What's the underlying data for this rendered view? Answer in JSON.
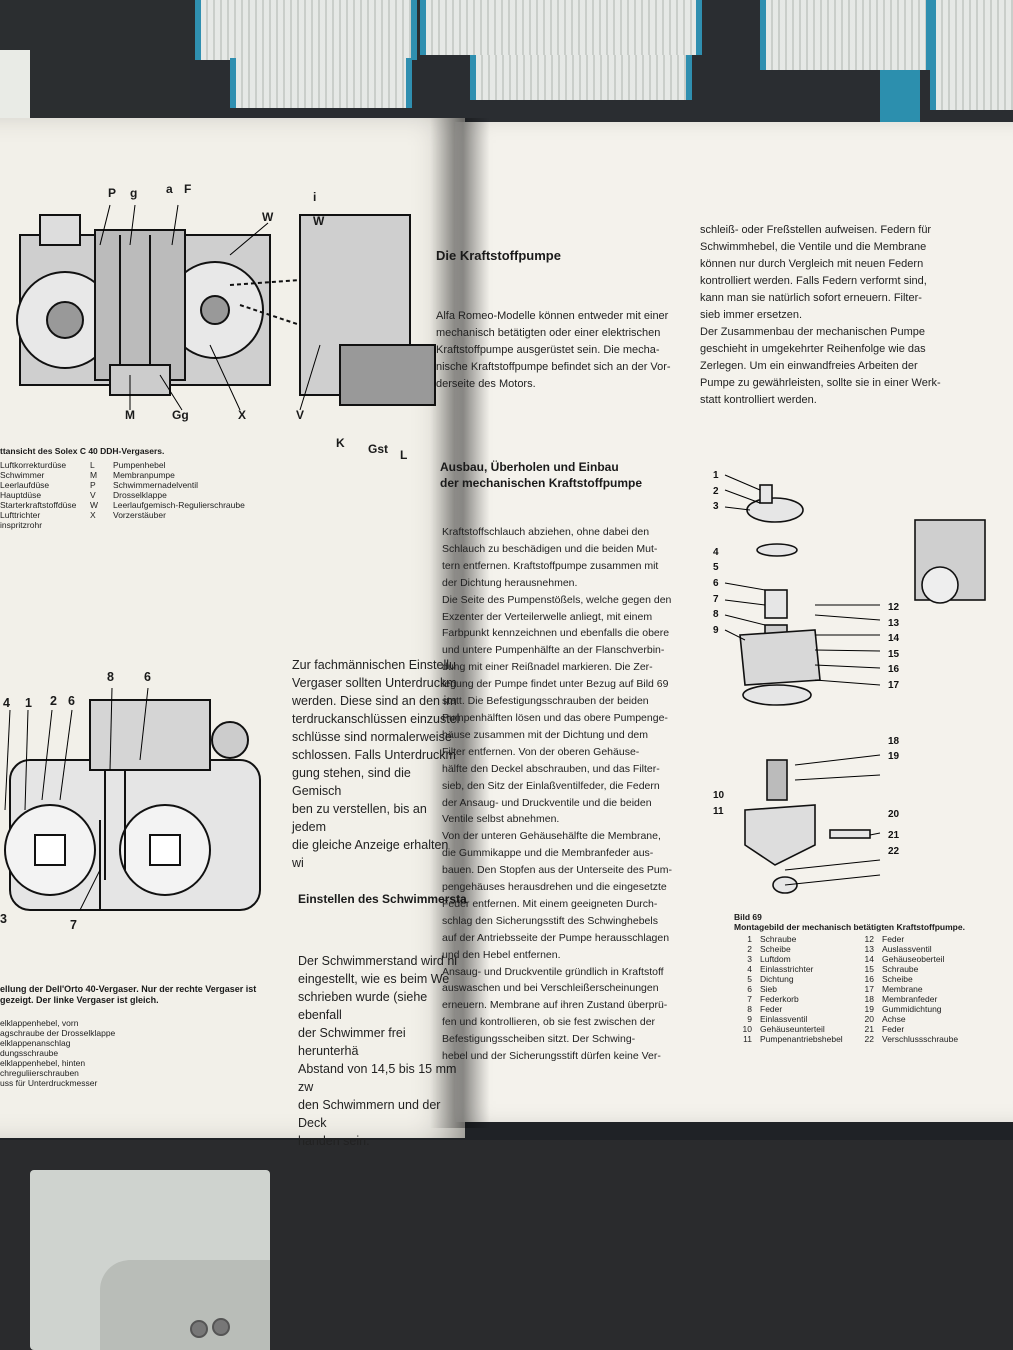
{
  "left_page": {
    "fig_top_labels": [
      "P",
      "g",
      "a",
      "F",
      "W",
      "M",
      "Gg",
      "X",
      "i",
      "W",
      "V",
      "K",
      "Gst",
      "L"
    ],
    "fig_top_caption": "ttansicht des Solex C 40 DDH-Vergasers.",
    "fig_top_legend_left": [
      "Luftkorrekturdüse",
      "Schwimmer",
      "Leerlaufdüse",
      "Hauptdüse",
      "Starterkraftstoffdüse",
      "Lufttrichter",
      "inspritzrohr"
    ],
    "fig_top_legend_codes": [
      "L",
      "M",
      "P",
      "V",
      "W",
      "X"
    ],
    "fig_top_legend_right": [
      "Pumpenhebel",
      "Membranpumpe",
      "Schwimmernadelventil",
      "Drosselklappe",
      "Leerlaufgemisch-Regulierschraube",
      "Vorzerstäuber"
    ],
    "body_lines": [
      "Zur fachmännischen Einstellu",
      "Vergaser sollten Unterdruckm",
      "werden. Diese sind an den im",
      "terdruckanschlüssen einzustel",
      "schlüsse sind normalerweise",
      "schlossen. Falls Unterdruckm",
      "gung stehen, sind die Gemisch",
      "ben zu verstellen, bis an jedem",
      "die gleiche Anzeige erhalten wi"
    ],
    "fig_bottom_labels": [
      "4",
      "1",
      "2",
      "6",
      "8",
      "6",
      "7",
      "3"
    ],
    "fig_bottom_caption": "ellung der Dell'Orto 40-Vergaser. Nur der rechte Vergaser ist gezeigt. Der linke Vergaser ist gleich.",
    "fig_bottom_legend": [
      "elklappenhebel, vorn",
      "agschraube der Drosselklappe",
      "elklappenanschlag",
      "dungsschraube",
      "elklappenhebel, hinten",
      "chreguliierschrauben",
      "uss für Unterdruckmesser"
    ],
    "float_heading": "Einstellen des Schwimmersta",
    "float_lines": [
      "Der Schwimmerstand wird ni",
      "eingestellt, wie es beim We",
      "schrieben wurde (siehe ebenfall",
      "der Schwimmer frei herunterhä",
      "Abstand von 14,5 bis 15 mm zw",
      "den Schwimmern und der Deck",
      "handen sein."
    ]
  },
  "right_page": {
    "heading1": "Die Kraftstoffpumpe",
    "intro_lines": [
      "Alfa Romeo-Modelle können entweder mit einer",
      "mechanisch betätigten oder einer elektrischen",
      "Kraftstoffpumpe ausgerüstet sein. Die mecha-",
      "nische Kraftstoffpumpe befindet sich an der Vor-",
      "derseite des Motors."
    ],
    "heading2_line1": "Ausbau, Überholen und Einbau",
    "heading2_line2": "der mechanischen Kraftstoffpumpe",
    "col_right_lines": [
      "schleiß- oder Freßstellen aufweisen. Federn für",
      "Schwimmhebel, die Ventile und die Membrane",
      "können nur durch Vergleich mit neuen Federn",
      "kontrolliert werden. Falls Federn verformt sind,",
      "kann man sie natürlich sofort erneuern. Filter-",
      "sieb immer ersetzen.",
      "Der Zusammenbau der mechanischen Pumpe",
      "geschieht in umgekehrter Reihenfolge wie das",
      "Zerlegen. Um ein einwandfreies Arbeiten der",
      "Pumpe zu gewährleisten, sollte sie in einer Werk-",
      "statt kontrolliert werden."
    ],
    "body_lines": [
      "Kraftstoffschlauch abziehen, ohne dabei den",
      "Schlauch zu beschädigen und die beiden Mut-",
      "tern entfernen. Kraftstoffpumpe zusammen mit",
      "der Dichtung herausnehmen.",
      "Die Seite des Pumpenstößels, welche gegen den",
      "Exzenter der Verteilerwelle anliegt, mit einem",
      "Farbpunkt kennzeichnen und ebenfalls die obere",
      "und untere Pumpenhälfte an der Flanschverbin-",
      "dung mit einer Reißnadel markieren. Die Zer-",
      "legung der Pumpe findet unter Bezug auf Bild 69",
      "statt. Die Befestigungsschrauben der beiden",
      "Pumpenhälften lösen und das obere Pumpenge-",
      "häuse zusammen mit der Dichtung und dem",
      "Filter entfernen. Von der oberen Gehäuse-",
      "hälfte den Deckel abschrauben, und das Filter-",
      "sieb, den Sitz der Einlaßventilfeder, die Federn",
      "der Ansaug- und Druckventile und die beiden",
      "Ventile selbst abnehmen.",
      "Von der unteren Gehäusehälfte die Membrane,",
      "die Gummikappe und die Membranfeder aus-",
      "bauen. Den Stopfen aus der Unterseite des Pum-",
      "pengehäuses herausdrehen und die eingesetzte",
      "Feder entfernen. Mit einem geeigneten Durch-",
      "schlag den Sicherungsstift des Schwinghebels",
      "auf der Antriebsseite der Pumpe herausschlagen",
      "und den Hebel entfernen.",
      "Ansaug- und Druckventile gründlich in Kraftstoff",
      "auswaschen und bei Verschleißerscheinungen",
      "erneuern. Membrane auf ihren Zustand überprü-",
      "fen und kontrollieren, ob sie fest zwischen der",
      "Befestigungsscheiben sitzt. Der Schwing-",
      "hebel und der Sicherungsstift dürfen keine Ver-"
    ],
    "fig_numbers_left": [
      "1",
      "2",
      "3",
      "4",
      "5",
      "6",
      "7",
      "8",
      "9",
      "10",
      "11"
    ],
    "fig_numbers_right": [
      "12",
      "13",
      "14",
      "15",
      "16",
      "17",
      "18",
      "19",
      "20",
      "21",
      "22"
    ],
    "fig_caption_title": "Bild 69",
    "fig_caption": "Montagebild der mechanisch betätigten Kraftstoffpumpe.",
    "legend_left": [
      {
        "n": "1",
        "t": "Schraube"
      },
      {
        "n": "2",
        "t": "Scheibe"
      },
      {
        "n": "3",
        "t": "Luftdom"
      },
      {
        "n": "4",
        "t": "Einlasstrichter"
      },
      {
        "n": "5",
        "t": "Dichtung"
      },
      {
        "n": "6",
        "t": "Sieb"
      },
      {
        "n": "7",
        "t": "Federkorb"
      },
      {
        "n": "8",
        "t": "Feder"
      },
      {
        "n": "9",
        "t": "Einlassventil"
      },
      {
        "n": "10",
        "t": "Gehäuseunterteil"
      },
      {
        "n": "11",
        "t": "Pumpenantriebshebel"
      }
    ],
    "legend_right": [
      {
        "n": "12",
        "t": "Feder"
      },
      {
        "n": "13",
        "t": "Auslassventil"
      },
      {
        "n": "14",
        "t": "Gehäuseoberteil"
      },
      {
        "n": "15",
        "t": "Schraube"
      },
      {
        "n": "16",
        "t": "Scheibe"
      },
      {
        "n": "17",
        "t": "Membrane"
      },
      {
        "n": "18",
        "t": "Membranfeder"
      },
      {
        "n": "19",
        "t": "Gummidichtung"
      },
      {
        "n": "20",
        "t": "Achse"
      },
      {
        "n": "21",
        "t": "Feder"
      },
      {
        "n": "22",
        "t": "Verschlussschraube"
      }
    ]
  }
}
